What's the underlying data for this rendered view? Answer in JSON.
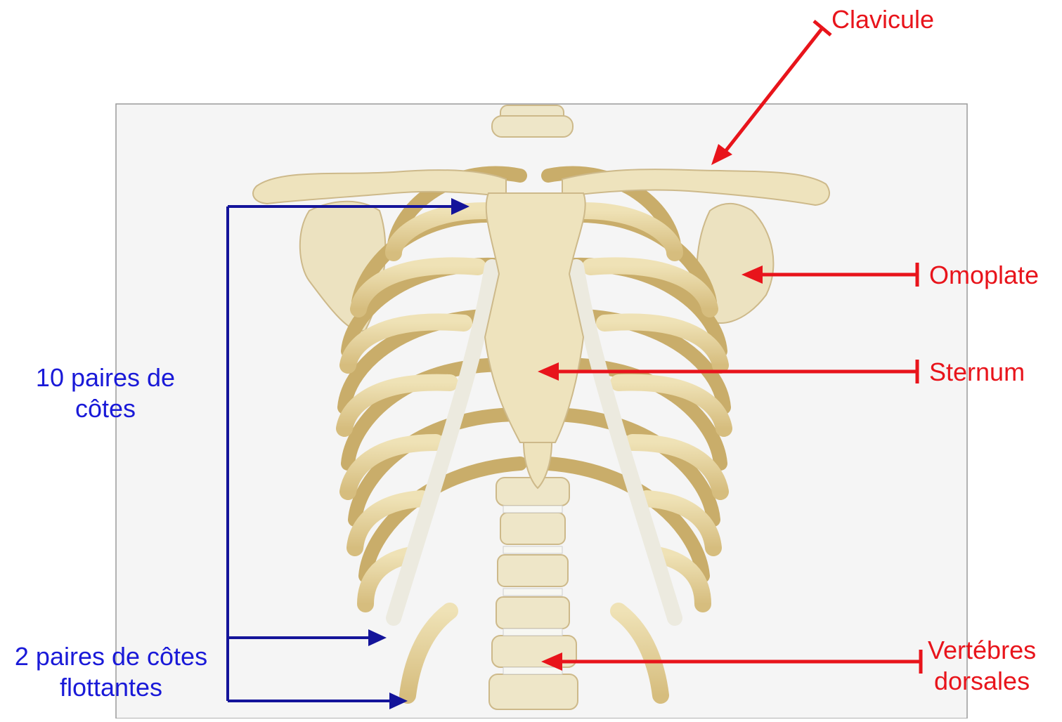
{
  "labels": {
    "clavicule": "Clavicule",
    "omoplate": "Omoplate",
    "sternum": "Sternum",
    "vertebres_line1": "Vertébres",
    "vertebres_line2": "dorsales",
    "ribs10_line1": "10 paires de",
    "ribs10_line2": "côtes",
    "ribs2_line1": "2 paires de côtes",
    "ribs2_line2": "flottantes"
  },
  "colors": {
    "red_labels": "#e8141b",
    "blue_labels": "#1a1ad8",
    "bone": "#e8d9a8",
    "bone_shadow": "#c9ad6a",
    "cartilage": "#ece8d8",
    "background_panel": "#f4f4f4"
  }
}
